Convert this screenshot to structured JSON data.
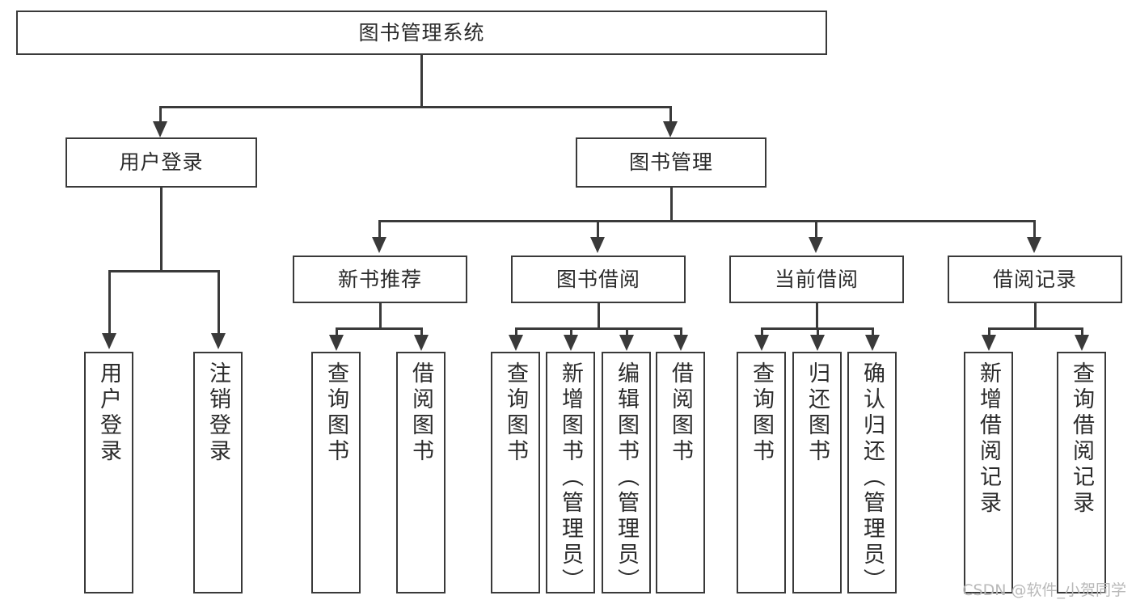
{
  "diagram": {
    "title": "图书管理系统",
    "type": "tree-structure-chart",
    "root": {
      "label": "图书管理系统"
    },
    "level2": [
      {
        "id": "user-login",
        "label": "用户登录"
      },
      {
        "id": "book-manage",
        "label": "图书管理"
      }
    ],
    "level3": [
      {
        "id": "new-book-recommend",
        "label": "新书推荐"
      },
      {
        "id": "book-borrow",
        "label": "图书借阅"
      },
      {
        "id": "current-borrow",
        "label": "当前借阅"
      },
      {
        "id": "borrow-record",
        "label": "借阅记录"
      }
    ],
    "leaves": {
      "user_login": [
        {
          "id": "leaf-user-login",
          "label": "用户登录"
        },
        {
          "id": "leaf-logout-login",
          "label": "注销登录"
        }
      ],
      "new_book_recommend": [
        {
          "id": "leaf-query-book-1",
          "label": "查询图书"
        },
        {
          "id": "leaf-borrow-book-1",
          "label": "借阅图书"
        }
      ],
      "book_borrow": [
        {
          "id": "leaf-query-book-2",
          "label": "查询图书"
        },
        {
          "id": "leaf-add-book",
          "label": "新增图书（管理员）"
        },
        {
          "id": "leaf-edit-book",
          "label": "编辑图书（管理员）"
        },
        {
          "id": "leaf-borrow-book-2",
          "label": "借阅图书"
        }
      ],
      "current_borrow": [
        {
          "id": "leaf-query-book-3",
          "label": "查询图书"
        },
        {
          "id": "leaf-return-book",
          "label": "归还图书"
        },
        {
          "id": "leaf-confirm-return",
          "label": "确认归还（管理员）"
        }
      ],
      "borrow_record": [
        {
          "id": "leaf-add-record",
          "label": "新增借阅记录"
        },
        {
          "id": "leaf-query-record",
          "label": "查询借阅记录"
        }
      ]
    }
  },
  "watermark": {
    "text": "CSDN @软件_小贺同学"
  },
  "colors": {
    "stroke": "#3a3a3a",
    "text": "#2b2b2b",
    "background": "#ffffff",
    "watermark": "#b9b9b9"
  }
}
